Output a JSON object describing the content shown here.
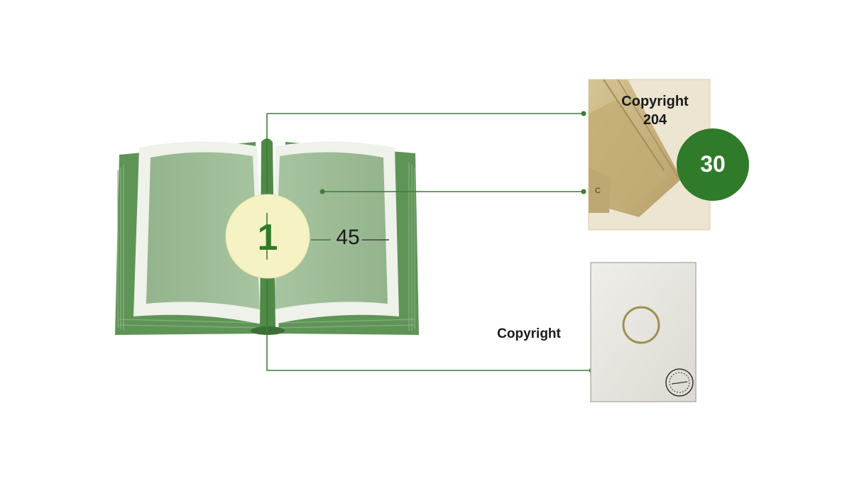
{
  "diagram": {
    "book_badge": {
      "label": "1",
      "fill": "#f5f2c4"
    },
    "page_number": "45",
    "envelope_card": {
      "caption_line1": "Copyright",
      "caption_line2": "204",
      "badge": {
        "label": "30",
        "fill": "#2f7b2a"
      }
    },
    "certificate_card": {
      "caption": "Copyright"
    },
    "colors": {
      "connector": "#3d7d35",
      "book_green": "#8fb089",
      "book_edge": "#4f8a47",
      "envelope": "#c9b582",
      "card_bg": "#e8e6df"
    }
  }
}
